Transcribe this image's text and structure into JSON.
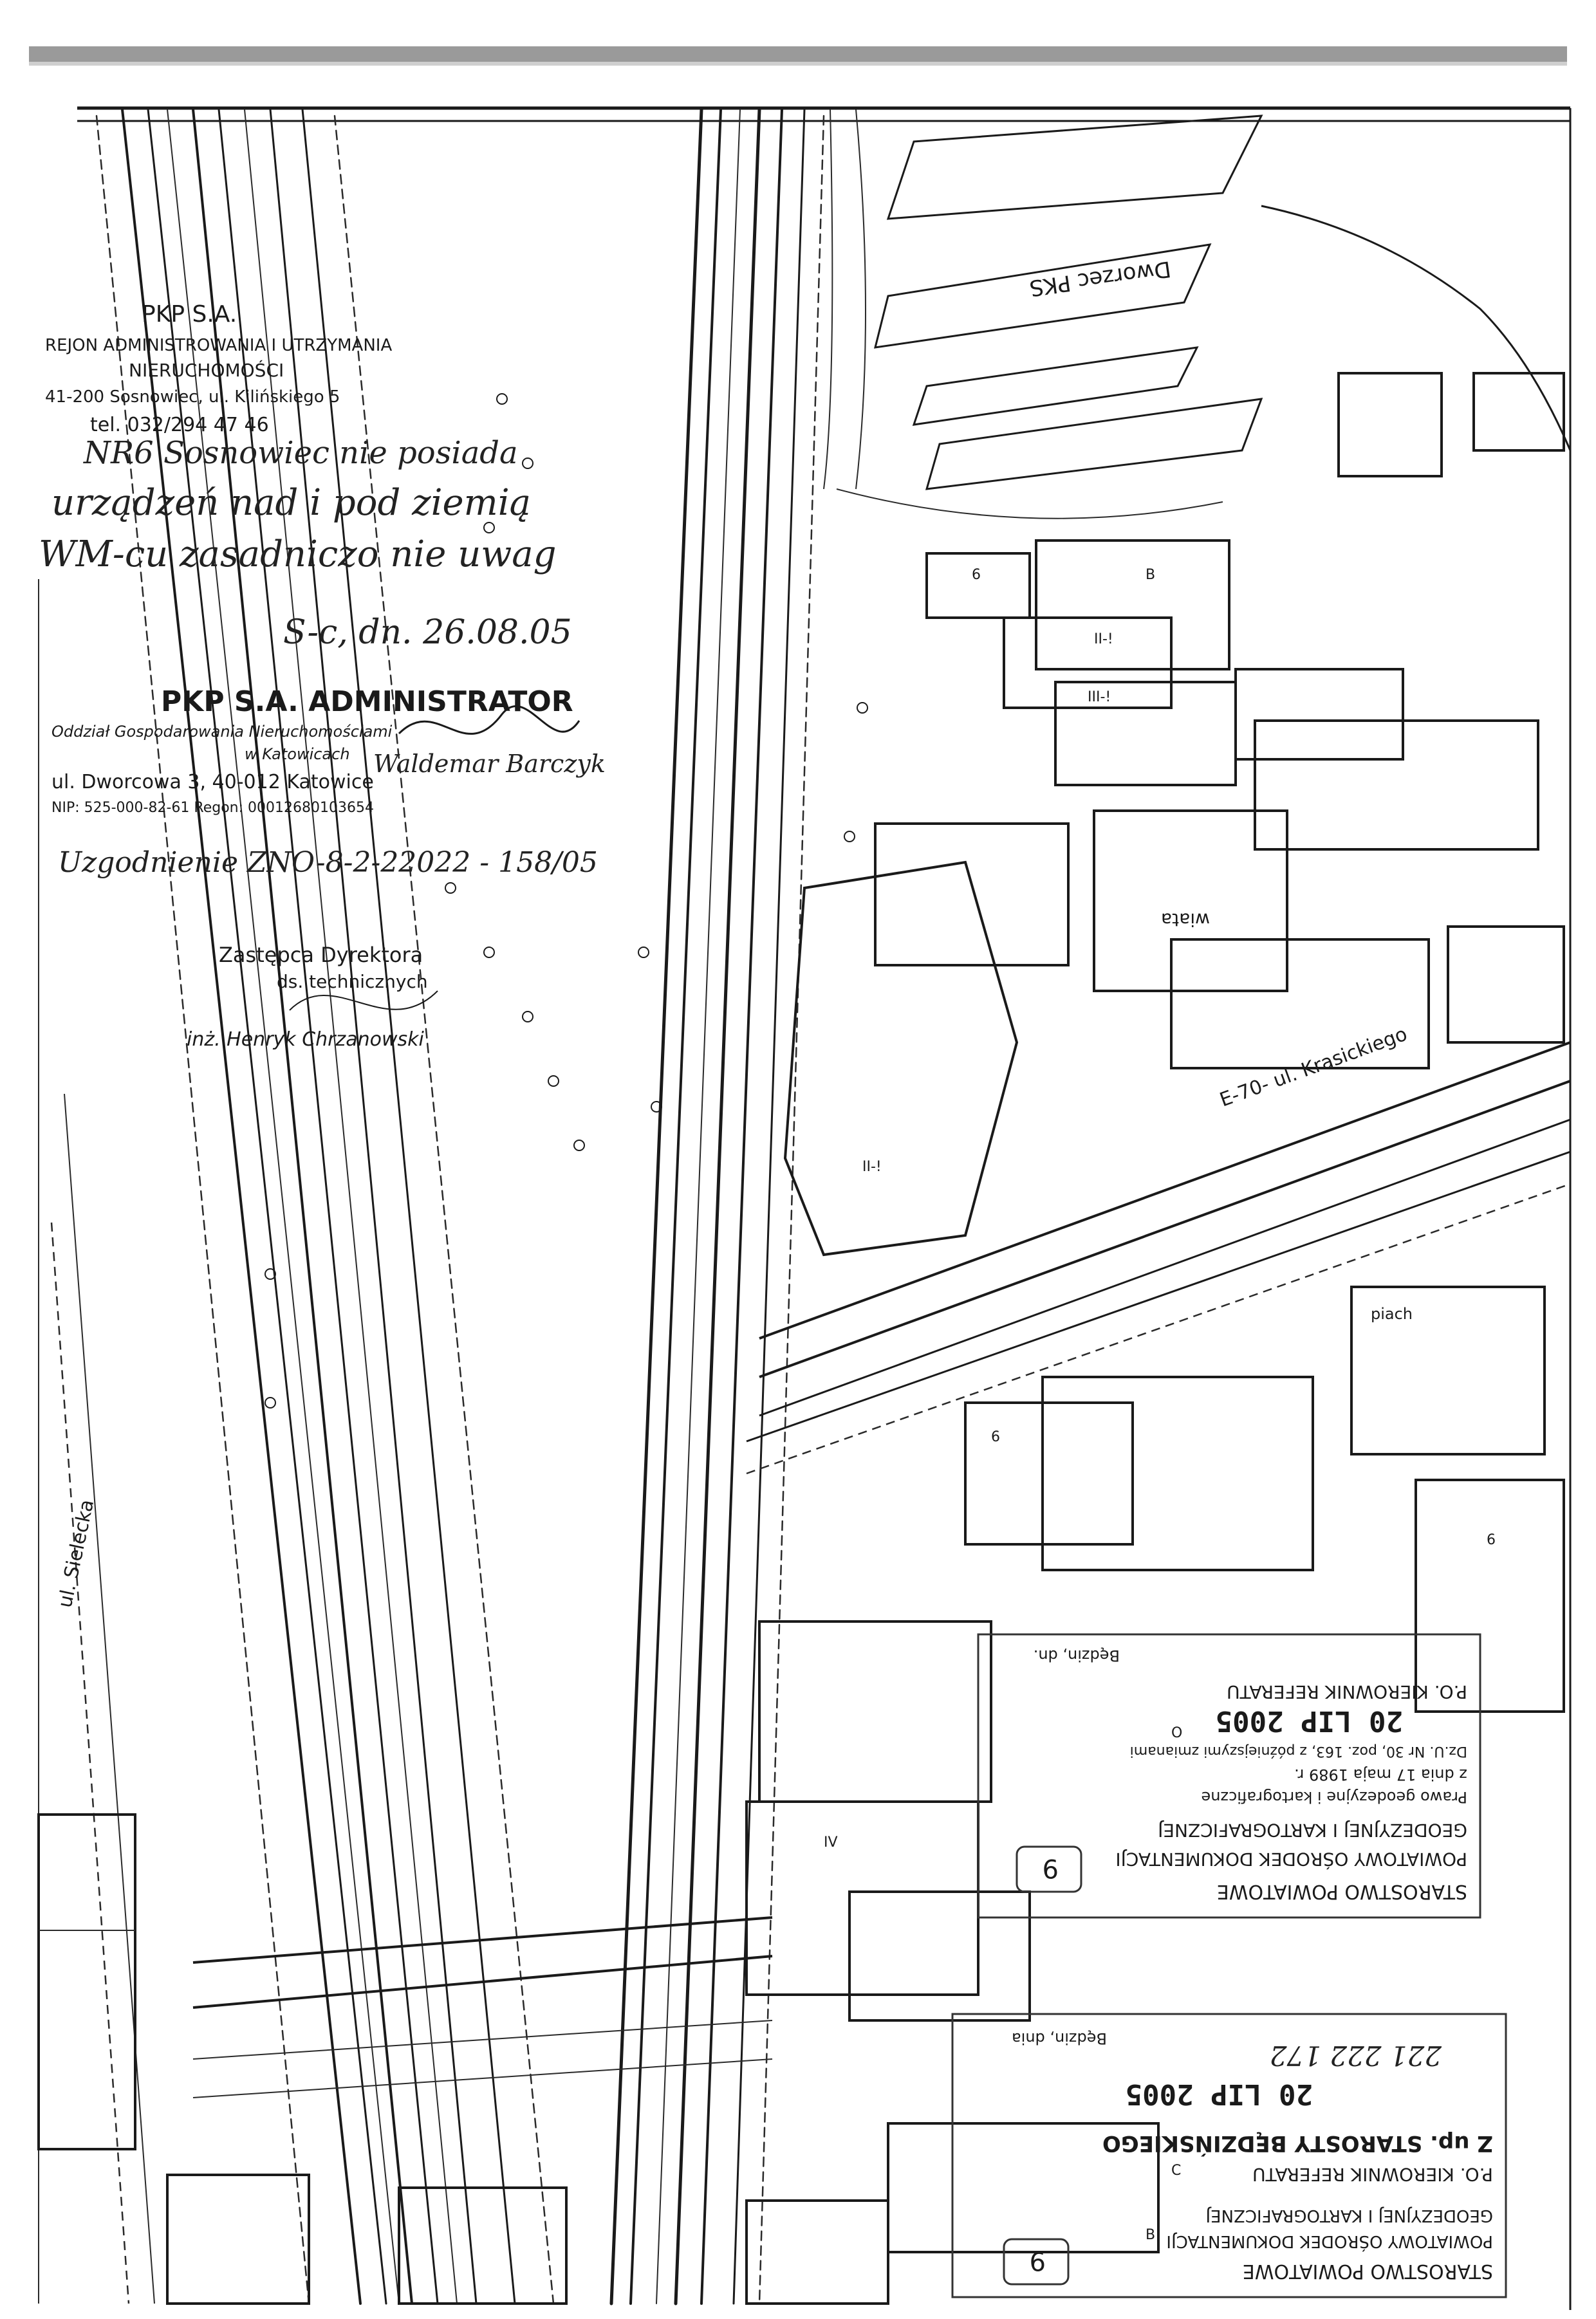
{
  "colors": {
    "ink": "#1a1a1a",
    "paper": "#ffffff",
    "copier_band": "#9a9a9a"
  },
  "stamp_pkp_rejon": {
    "line1": "PKP S.A.",
    "line2": "REJON ADMINISTROWANIA I UTRZYMANIA",
    "line3": "NIERUCHOMOŚCI",
    "line4": "41-200 Sosnowiec, ul. Kilińskiego 5",
    "line5": "tel. 032/294 47 46"
  },
  "handwriting": {
    "note1": "NR6 Sosnowiec nie posiada",
    "note2": "urządzeń nad i pod ziemią",
    "note3": "WM-cu zasadniczo nie uwag",
    "date1": "S-c, dn. 26.08.05",
    "ref": "Uzgodnienie ZNO-8-2-22022 - 158/05"
  },
  "stamp_pkp_admin": {
    "line1": "PKP S.A. ADMINISTRATOR",
    "line2": "Oddział Gospodarowania Nieruchomościami",
    "line3": "w Katowicach",
    "line4": "ul. Dworcowa 3, 40-012 Katowice",
    "line5": "NIP: 525-000-82-61  Regon: 00012680103654",
    "signer": "Waldemar Barczyk"
  },
  "stamp_deputy": {
    "line1": "Zastępca Dyrektora",
    "line2": "ds. technicznych",
    "line3": "inż. Henryk Chrzanowski"
  },
  "street_labels": {
    "krasickiego": "E-70- ul. Krasickiego",
    "wiata": "wiata",
    "piach": "piach",
    "dworzec": "Dworzec PKS",
    "sielecka": "ul. Sielecka"
  },
  "stamp_starostwo_upper": {
    "line1": "STAROSTWO POWIATOWE",
    "line2": "POWIATOWY OŚRODEK DOKUMENTACJI",
    "line3": "GEODEZYJNEJ I KARTOGRAFICZNEJ",
    "line4": "Prawo geodezyjne i kartograficzne",
    "line5": "z dnia 17 maja 1989 r.",
    "line6": "Dz.U. Nr 30, poz. 163, z późniejszymi zmianami",
    "line7": "P.O. KIEROWNIK REFERATU",
    "line8": "Będzin, dn.",
    "date": "20 LIP 2005",
    "badge": "9"
  },
  "stamp_starostwo_lower": {
    "line1": "STAROSTWO POWIATOWE",
    "line2": "POWIATOWY OŚRODEK DOKUMENTACJI",
    "line3": "GEODEZYJNEJ I KARTOGRAFICZNEJ",
    "line4": "P.O. KIEROWNIK REFERATU",
    "line5": "Z up. STAROSTY BĘDZIŃSKIEGO",
    "line6": "Będzin, dnia",
    "date": "20 LIP 2005",
    "badge": "9",
    "handwritten_ref": "221 222 172"
  }
}
